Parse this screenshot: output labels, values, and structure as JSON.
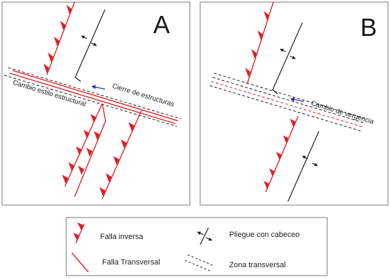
{
  "panel_a": {
    "letter": "A",
    "label_closure": "Cierre de estructuras",
    "label_style_change": "Cambio estilo estructural"
  },
  "panel_b": {
    "letter": "B",
    "label_vergence": "Cambio de vergencia"
  },
  "legend": {
    "reverse_fault": "Falla inversa",
    "transverse_fault": "Falla Transversal",
    "plunging_fold": "Pliegue con cabeceo",
    "transverse_zone": "Zona transversal"
  },
  "colors": {
    "fault": "#e31e24",
    "fold": "#1a1a1a",
    "zone": "#1a1a1a",
    "arrow": "#2a2aa8",
    "frame": "#8c8c8c"
  }
}
